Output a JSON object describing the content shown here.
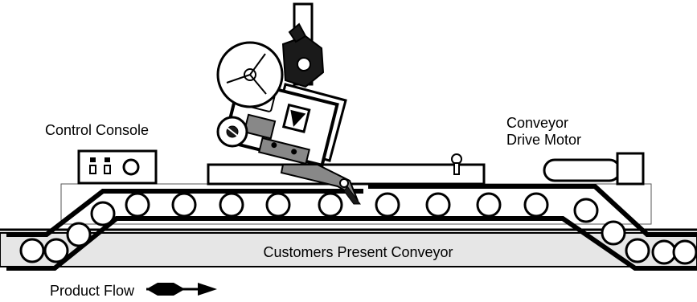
{
  "labels": {
    "control_console": "Control Console",
    "conveyor_drive_motor_line1": "Conveyor",
    "conveyor_drive_motor_line2": "Drive Motor",
    "customers_present_conveyor": "Customers Present  Conveyor",
    "product_flow": "Product Flow"
  },
  "colors": {
    "ink": "#000000",
    "platform_fill": "#ffffff",
    "conveyor_fill": "#e6e6e6",
    "label_highlight": "#dcdcdc",
    "dark_fill": "#1a1a1a",
    "paper": "#ffffff"
  }
}
